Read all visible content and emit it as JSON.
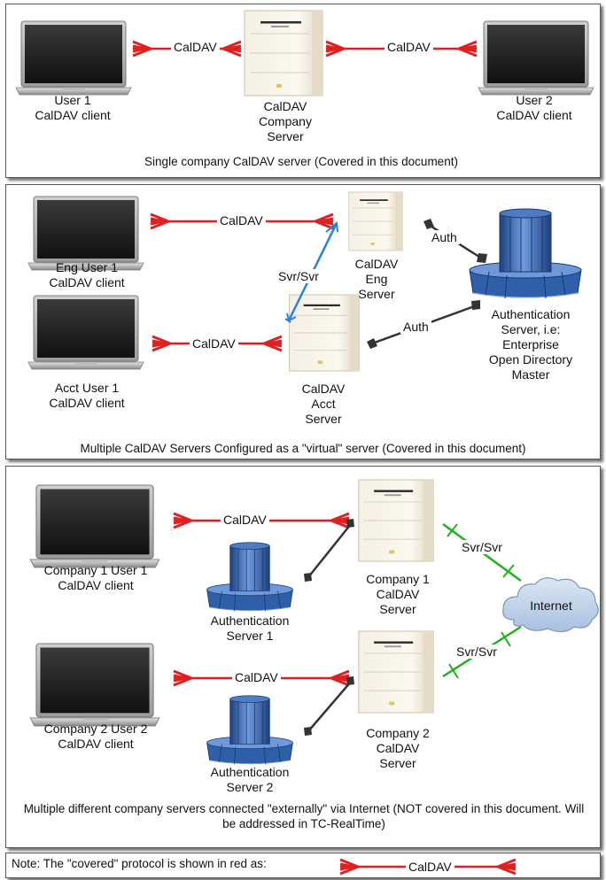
{
  "panel1": {
    "user1": [
      "User 1",
      "CalDAV client"
    ],
    "user2": [
      "User 2",
      "CalDAV client"
    ],
    "server": [
      "CalDAV",
      "Company",
      "Server"
    ],
    "protocol_left": "CalDAV",
    "protocol_right": "CalDAV",
    "caption": "Single company CalDAV server (Covered in this document)"
  },
  "panel2": {
    "eng_user": [
      "Eng User 1",
      "CalDAV client"
    ],
    "acct_user": [
      "Acct User 1",
      "CalDAV client"
    ],
    "eng_server": [
      "CalDAV",
      "Eng",
      "Server"
    ],
    "acct_server": [
      "CalDAV",
      "Acct",
      "Server"
    ],
    "auth_server": [
      "Authentication",
      "Server, i.e:",
      "Enterprise",
      "Open Directory",
      "Master"
    ],
    "protocol_eng": "CalDAV",
    "protocol_acct": "CalDAV",
    "svr_link": "Svr/Svr",
    "auth_eng": "Auth",
    "auth_acct": "Auth",
    "caption": "Multiple CalDAV Servers Configured as a \"virtual\" server (Covered in this document)"
  },
  "panel3": {
    "user1": [
      "Company 1 User 1",
      "CalDAV client"
    ],
    "user2": [
      "Company 2 User 2",
      "CalDAV client"
    ],
    "server1": [
      "Company 1",
      "CalDAV",
      "Server"
    ],
    "server2": [
      "Company 2",
      "CalDAV",
      "Server"
    ],
    "auth1": [
      "Authentication",
      "Server 1"
    ],
    "auth2": [
      "Authentication",
      "Server 2"
    ],
    "protocol1": "CalDAV",
    "protocol2": "CalDAV",
    "svr_link1": "Svr/Svr",
    "svr_link2": "Svr/Svr",
    "internet": "Internet",
    "caption": "Multiple different company servers connected \"externally\" via Internet (NOT covered in this document. Will be addressed in TC-RealTime)"
  },
  "note": {
    "text": "Note: The \"covered\" protocol is shown in red as:",
    "protocol": "CalDAV"
  },
  "colors": {
    "caldav_link": "#e02020",
    "svr_link_internal": "#2a80e0",
    "svr_link_external": "#22b022",
    "auth_link": "#333333",
    "auth_server": "#2f5fa8",
    "internet_cloud": "#c4d6ec"
  }
}
